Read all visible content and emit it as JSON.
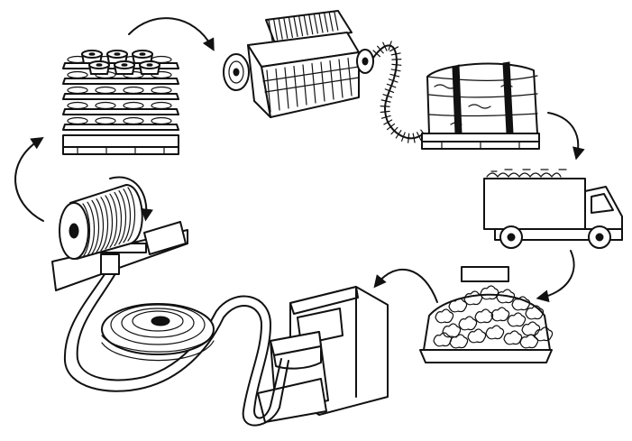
{
  "diagram": {
    "stages": [
      {
        "id": "spools-on-pallet",
        "icon": "yarn-spools-pallet-icon"
      },
      {
        "id": "spinning-machine",
        "icon": "spinning-machine-icon"
      },
      {
        "id": "fiber-bale",
        "icon": "fiber-bale-icon"
      },
      {
        "id": "delivery-truck",
        "icon": "delivery-truck-icon"
      },
      {
        "id": "shredded-fiber-hopper",
        "icon": "fiber-hopper-icon"
      },
      {
        "id": "extrusion-machine",
        "icon": "extrusion-machine-icon"
      },
      {
        "id": "winding-reel",
        "icon": "winding-reel-icon"
      }
    ],
    "arrows": [
      {
        "from": "spools-on-pallet",
        "to": "spinning-machine"
      },
      {
        "from": "fiber-bale",
        "to": "delivery-truck"
      },
      {
        "from": "delivery-truck",
        "to": "shredded-fiber-hopper"
      },
      {
        "from": "shredded-fiber-hopper",
        "to": "extrusion-machine"
      },
      {
        "from": "winding-reel",
        "to": "spools-on-pallet"
      }
    ],
    "colors": {
      "line": "#111111",
      "background": "#ffffff"
    }
  }
}
